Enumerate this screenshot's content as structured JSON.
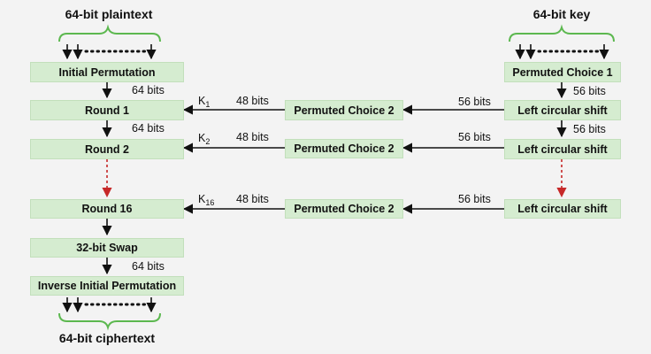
{
  "left": {
    "title": "64-bit plaintext",
    "initial_permutation": "Initial Permutation",
    "round1": "Round 1",
    "round2": "Round 2",
    "round16": "Round 16",
    "swap": "32-bit Swap",
    "inverse": "Inverse Initial Permutation",
    "bottom_title": "64-bit ciphertext",
    "bits_a": "64 bits",
    "bits_b": "64 bits",
    "bits_c": "64 bits"
  },
  "middle": {
    "pc2_1": "Permuted Choice 2",
    "pc2_2": "Permuted Choice 2",
    "pc2_3": "Permuted Choice 2",
    "bits48_1": "48 bits",
    "bits48_2": "48 bits",
    "bits48_3": "48 bits",
    "k1": "K",
    "k1_sub": "1",
    "k2": "K",
    "k2_sub": "2",
    "k16": "K",
    "k16_sub": "16"
  },
  "right": {
    "title": "64-bit key",
    "pc1": "Permuted Choice 1",
    "shift1": "Left circular shift",
    "shift2": "Left circular shift",
    "shift16": "Left circular shift",
    "bits56_1": "56 bits",
    "bits56_2": "56 bits",
    "bits56_a": "56 bits",
    "bits56_b": "56 bits",
    "bits56_c": "56 bits"
  },
  "colors": {
    "box_fill": "#d5ecd0",
    "brace": "#5cb84f",
    "dashed_arrow": "#c62828",
    "background": "#f3f3f3"
  }
}
